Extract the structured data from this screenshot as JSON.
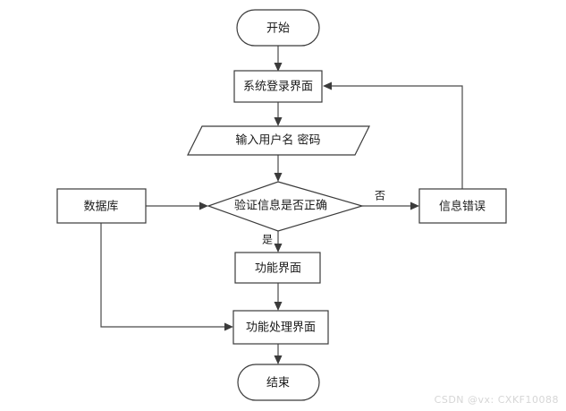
{
  "diagram": {
    "type": "flowchart",
    "title": "",
    "background_color": "#ffffff",
    "shape_fill": "#ffffff",
    "shape_stroke": "#3b3b3b",
    "connector_color": "#4a4a4a",
    "text_color": "#1a1a1a",
    "nodes": {
      "start": {
        "label": "开始",
        "shape": "terminator"
      },
      "login_screen": {
        "label": "系统登录界面",
        "shape": "process"
      },
      "input_credentials": {
        "label": "输入用户名 密码",
        "shape": "input-output"
      },
      "verify_decision": {
        "label": "验证信息是否正确",
        "shape": "decision"
      },
      "database": {
        "label": "数据库",
        "shape": "process"
      },
      "info_error": {
        "label": "信息错误",
        "shape": "process"
      },
      "function_screen": {
        "label": "功能界面",
        "shape": "process"
      },
      "function_process_screen": {
        "label": "功能处理界面",
        "shape": "process"
      },
      "end": {
        "label": "结束",
        "shape": "terminator"
      }
    },
    "edge_labels": {
      "yes": "是",
      "no": "否"
    }
  },
  "watermark": {
    "text": "CSDN @vx: CXKF10088"
  }
}
